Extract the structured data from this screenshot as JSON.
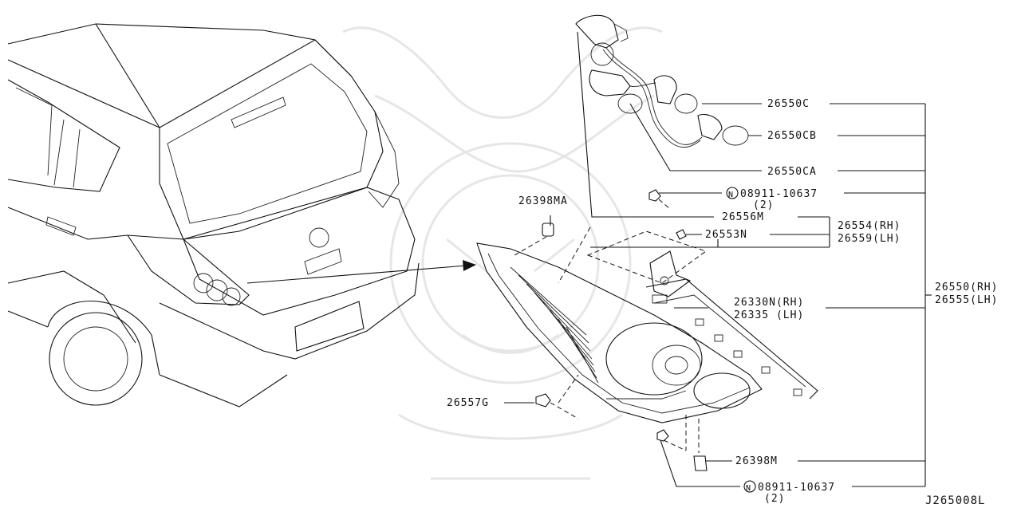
{
  "diagram_code": "J265008L",
  "labels": {
    "l_26550C": "26550C",
    "l_26550CB": "26550CB",
    "l_26550CA": "26550CA",
    "l_08911_top": "08911-10637",
    "l_08911_top_qty": "(2)",
    "l_26556M": "26556M",
    "l_26553N": "26553N",
    "l_26554": "26554(RH)",
    "l_26559": "26559(LH)",
    "l_26398MA": "26398MA",
    "l_26330N": "26330N(RH)",
    "l_26335": "26335 (LH)",
    "l_26550": "26550(RH)",
    "l_26555": "26555(LH)",
    "l_26557G": "26557G",
    "l_26398M": "26398M",
    "l_08911_bot": "08911-10637",
    "l_08911_bot_qty": "(2)"
  },
  "nut_symbol": "N",
  "watermark": "samurai-crest"
}
